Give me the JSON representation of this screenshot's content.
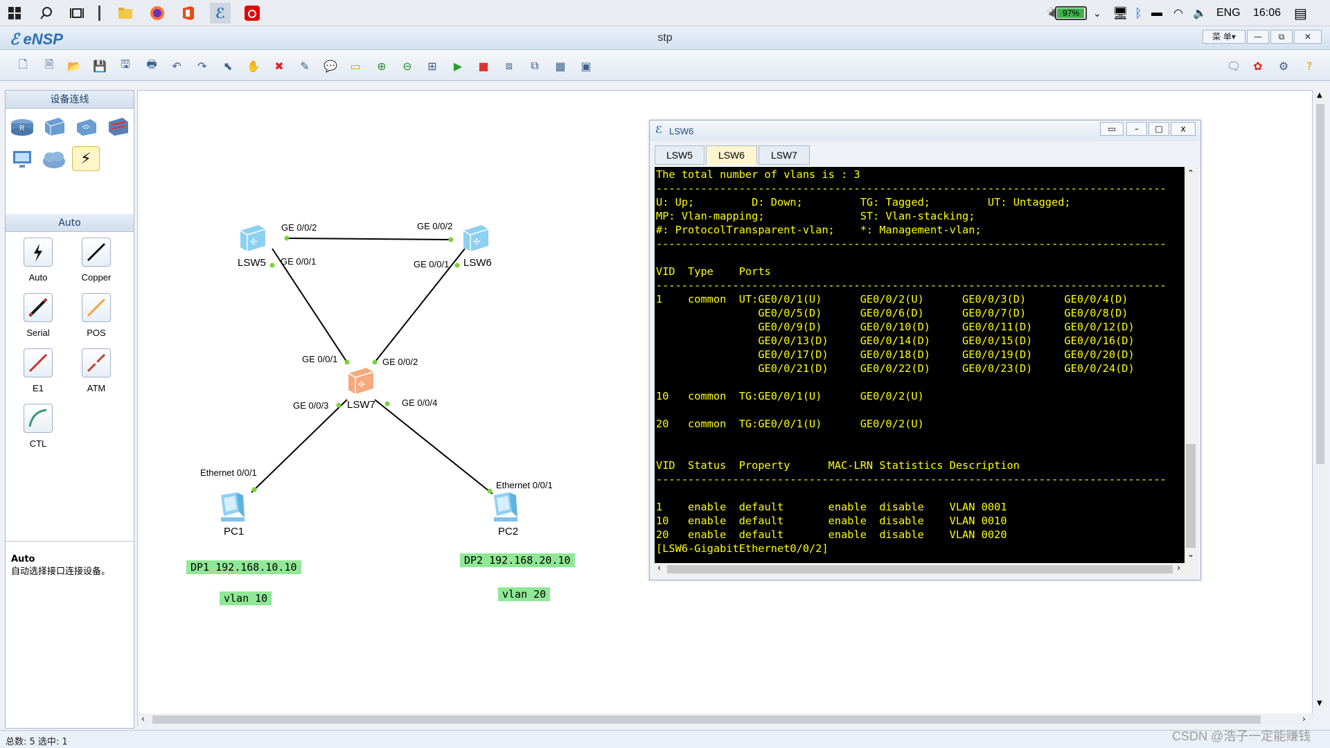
{
  "taskbar": {
    "battery_percent": "97%",
    "battery_level": 0.97,
    "language": "ENG",
    "time": "16:06"
  },
  "window": {
    "app_name": "eNSP",
    "title": "stp",
    "menu_label": "菜 单▾",
    "minimize": "—",
    "restore": "⧉",
    "close": "✕"
  },
  "left_panel": {
    "header_devices": "设备连线",
    "header_auto": "Auto",
    "cables": [
      {
        "label": "Auto"
      },
      {
        "label": "Copper"
      },
      {
        "label": "Serial"
      },
      {
        "label": "POS"
      },
      {
        "label": "E1"
      },
      {
        "label": "ATM"
      },
      {
        "label": "CTL"
      }
    ],
    "help_title": "Auto",
    "help_text": "自动选择接口连接设备。"
  },
  "topology": {
    "nodes": {
      "lsw5": "LSW5",
      "lsw6": "LSW6",
      "lsw7": "LSW7",
      "pc1": "PC1",
      "pc2": "PC2"
    },
    "ports": {
      "lsw5_g2": "GE 0/0/2",
      "lsw6_g2": "GE 0/0/2",
      "lsw5_g1": "GE 0/0/1",
      "lsw6_g1": "GE 0/0/1",
      "lsw7_g1": "GE 0/0/1",
      "lsw7_g2": "GE 0/0/2",
      "lsw7_g3": "GE 0/0/3",
      "lsw7_g4": "GE 0/0/4",
      "pc1_eth": "Ethernet 0/0/1",
      "pc2_eth": "Ethernet 0/0/1"
    },
    "notes": {
      "dp1": "DP1 192.168.10.10",
      "vlan10": "vlan 10",
      "dp2": "DP2 192.168.20.10",
      "vlan20": "vlan 20"
    }
  },
  "terminal": {
    "title": "LSW6",
    "tabs": [
      "LSW5",
      "LSW6",
      "LSW7"
    ],
    "active_tab": "LSW6",
    "lines": [
      "The total number of vlans is : 3",
      "--------------------------------------------------------------------------------",
      "U: Up;         D: Down;         TG: Tagged;         UT: Untagged;",
      "MP: Vlan-mapping;               ST: Vlan-stacking;",
      "#: ProtocolTransparent-vlan;    *: Management-vlan;",
      "--------------------------------------------------------------------------------",
      "",
      "VID  Type    Ports",
      "--------------------------------------------------------------------------------",
      "1    common  UT:GE0/0/1(U)      GE0/0/2(U)      GE0/0/3(D)      GE0/0/4(D)",
      "                GE0/0/5(D)      GE0/0/6(D)      GE0/0/7(D)      GE0/0/8(D)",
      "                GE0/0/9(D)      GE0/0/10(D)     GE0/0/11(D)     GE0/0/12(D)",
      "                GE0/0/13(D)     GE0/0/14(D)     GE0/0/15(D)     GE0/0/16(D)",
      "                GE0/0/17(D)     GE0/0/18(D)     GE0/0/19(D)     GE0/0/20(D)",
      "                GE0/0/21(D)     GE0/0/22(D)     GE0/0/23(D)     GE0/0/24(D)",
      "",
      "10   common  TG:GE0/0/1(U)      GE0/0/2(U)",
      "",
      "20   common  TG:GE0/0/1(U)      GE0/0/2(U)",
      "",
      "",
      "VID  Status  Property      MAC-LRN Statistics Description",
      "--------------------------------------------------------------------------------",
      "",
      "1    enable  default       enable  disable    VLAN 0001",
      "10   enable  default       enable  disable    VLAN 0010",
      "20   enable  default       enable  disable    VLAN 0020",
      "[LSW6-GigabitEthernet0/0/2]"
    ]
  },
  "statusbar": {
    "text": "总数: 5 选中: 1",
    "watermark": "CSDN @浩子一定能赚钱"
  }
}
